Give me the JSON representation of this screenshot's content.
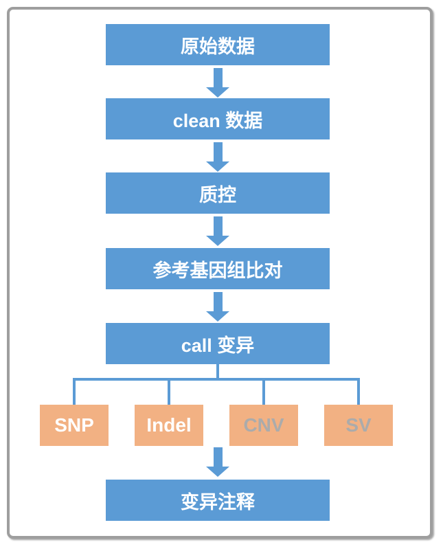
{
  "diagram": {
    "type": "flowchart",
    "topic": "variant calling analysis pipeline",
    "steps": [
      {
        "label": "原始数据"
      },
      {
        "label": "clean 数据"
      },
      {
        "label": "质控"
      },
      {
        "label": "参考基因组比对"
      },
      {
        "label": "call 变异"
      }
    ],
    "variant_types": [
      {
        "label": "SNP",
        "text_color": "#FFFFFF"
      },
      {
        "label": "Indel",
        "text_color": "#FFFFFF"
      },
      {
        "label": "CNV",
        "text_color": "#ABABAB"
      },
      {
        "label": "SV",
        "text_color": "#ABABAB"
      }
    ],
    "final_step": {
      "label": "变异注释"
    },
    "colors": {
      "process_box_fill": "#5B9BD5",
      "variant_box_fill": "#F2B183",
      "connector": "#5B9BD5",
      "process_text": "#FFFFFF",
      "muted_variant_text": "#ABABAB",
      "frame_border": "#9E9E9E",
      "background": "#FFFFFF"
    }
  }
}
